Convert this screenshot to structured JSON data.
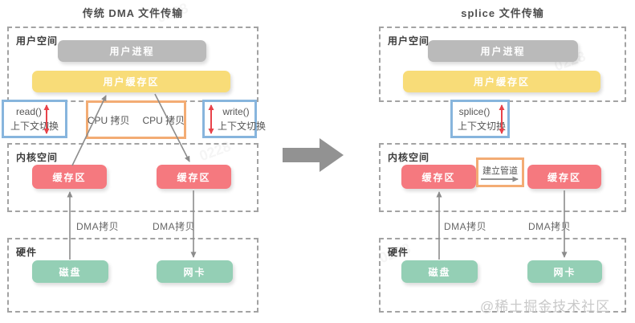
{
  "left": {
    "title": "传统 DMA 文件传输",
    "user_space_label": "用户空间",
    "kernel_space_label": "内核空间",
    "hardware_label": "硬件",
    "user_process": "用户进程",
    "user_buffer": "用户缓存区",
    "read_call": "read()",
    "read_switch": "上下文切换",
    "write_call": "write()",
    "write_switch": "上下文切换",
    "cpu_copy_1": "CPU 拷贝",
    "cpu_copy_2": "CPU 拷贝",
    "kernel_buffer_left": "缓存区",
    "kernel_buffer_right": "缓存区",
    "dma_copy_left": "DMA拷贝",
    "dma_copy_right": "DMA拷贝",
    "disk": "磁盘",
    "nic": "网卡"
  },
  "right": {
    "title": "splice 文件传输",
    "user_space_label": "用户空间",
    "kernel_space_label": "内核空间",
    "hardware_label": "硬件",
    "user_process": "用户进程",
    "user_buffer": "用户缓存区",
    "splice_call": "splice()",
    "splice_switch": "上下文切换",
    "pipe_label": "建立管道",
    "kernel_buffer_left": "缓存区",
    "kernel_buffer_right": "缓存区",
    "dma_copy_left": "DMA拷贝",
    "dma_copy_right": "DMA拷贝",
    "disk": "磁盘",
    "nic": "网卡"
  },
  "watermark": "@稀土掘金技术社区",
  "watermark_diagonal": "0228",
  "colors": {
    "process_gray": "#bababa",
    "buffer_yellow": "#f8dc78",
    "kernel_buffer_red": "#f5797f",
    "hardware_green": "#94cfb5",
    "syscall_border_blue": "#87b5dd",
    "copy_border_orange": "#f3ac74",
    "arrow_gray": "#8c8c8c",
    "context_switch_red": "#e8434a",
    "dashed_border_gray": "#a3a3a3"
  }
}
